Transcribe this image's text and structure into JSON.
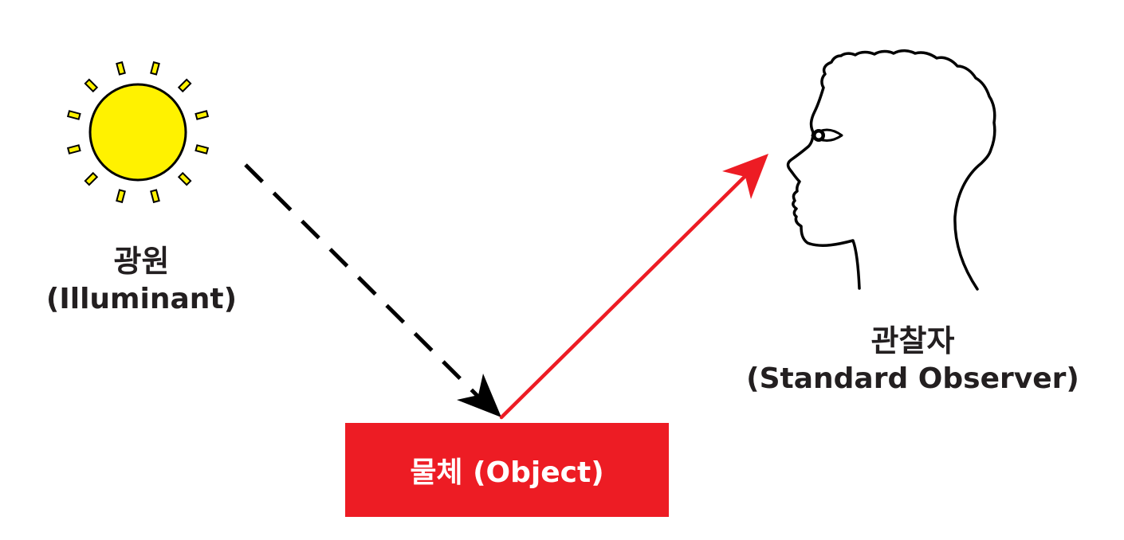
{
  "illuminant": {
    "label_ko": "광원",
    "label_en": "(Illuminant)",
    "icon": "sun-icon",
    "sun_color": "#FFF200"
  },
  "object": {
    "label": "물체 (Object)",
    "icon": "object-block",
    "color": "#ED1C24",
    "text_color": "#FFFFFF"
  },
  "observer": {
    "label_ko": "관찰자",
    "label_en": "(Standard Observer)",
    "icon": "head-profile-icon"
  },
  "arrows": {
    "incident": {
      "style": "dashed",
      "color": "#000000",
      "from": "illuminant",
      "to": "object"
    },
    "reflected": {
      "style": "solid",
      "color": "#ED1C24",
      "from": "object",
      "to": "observer"
    }
  }
}
